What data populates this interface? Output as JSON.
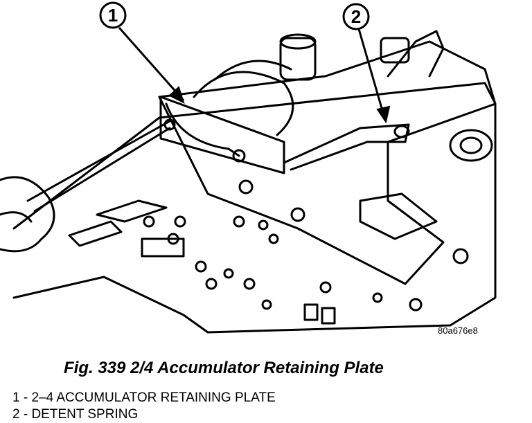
{
  "callouts": [
    {
      "number": "1"
    },
    {
      "number": "2"
    }
  ],
  "image_code": "80a676e8",
  "caption": "Fig. 339 2/4 Accumulator Retaining Plate",
  "legend": [
    "1 - 2–4 ACCUMULATOR RETAINING PLATE",
    "2 - DETENT SPRING"
  ]
}
